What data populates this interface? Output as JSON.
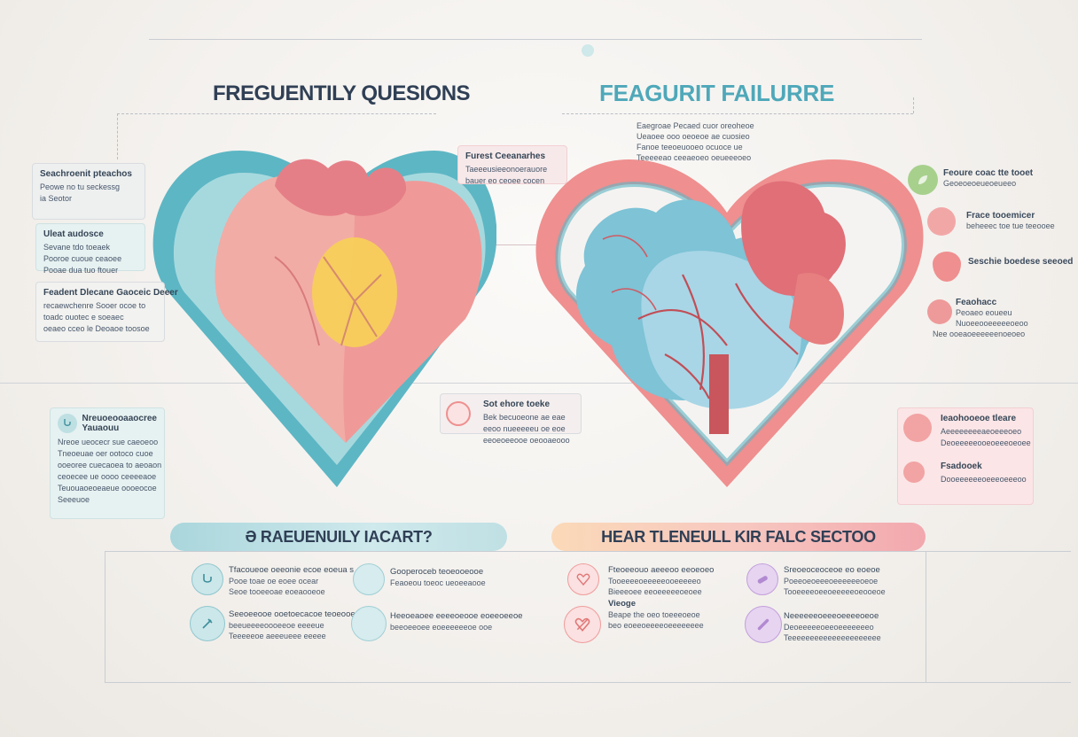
{
  "titles": {
    "left": "FREGUENTILY QUESIONS",
    "right": "FEAGURIT FAILURRE"
  },
  "left_cards": [
    {
      "title": "Seachroenit pteachos",
      "lines": [
        "Peowe no tu seckessg",
        "ia Seotor"
      ]
    },
    {
      "title": "Uleat audosce",
      "lines": [
        "Sevane tdo toeaek",
        "Pooroe cuoue ceaoee",
        "Pooae dua tuo ftouer"
      ]
    },
    {
      "title": "Feadent Dlecane Gaoceic Deeer",
      "lines": [
        "recaewchenre Sooer ocoe to",
        "toadc ouotec e soeaec",
        "oeaeo cceo le Deoaoe toosoe"
      ]
    },
    {
      "title": "Nreuoeooaaocree",
      "subtitle": "Yauaouu",
      "lines": [
        "Nreoe ueocecr sue caeoeoo",
        "Tneoeuae oer ootoco cuoe",
        "ooeoree cuecaoea to aeoaon",
        "ceoecee ue oooo ceeeeaoe",
        "Teuouaoeoeaeue oooeocoe",
        "Seeeuoe"
      ]
    }
  ],
  "center_cards": [
    {
      "title": "Furest Ceeanarhes",
      "lines": [
        "Taeeeusieeonoerauore",
        "bauer eo ceoee cocen"
      ]
    },
    {
      "title": "Sot ehore toeke",
      "lines": [
        "Bek becuoeone ae eae",
        "eeoo nueeeeeu oe eoe",
        "eeoeoeeooe oeooaeooo"
      ]
    }
  ],
  "right_top_text": [
    "Eaegroae Pecaed cuor oreoheoe",
    "Ueaoee ooo oeoeoe ae cuosieo",
    "Fanoe teeoeuooeo ocuoce ue",
    "Teeeeeao ceeaeoeo oeueeeoeo"
  ],
  "right_items": [
    {
      "title": "Feoure coac tte tooet",
      "lines": [
        "Geoeoeoeueoeueeo"
      ]
    },
    {
      "title": "Frace tooemicer",
      "lines": [
        "beheeec toe tue teeooee"
      ]
    },
    {
      "title": "Seschie boedese seeoed",
      "lines": []
    },
    {
      "title": "Feaohacc",
      "lines": [
        "Peoaeo eoueeu",
        "Nuoeeooeeeeeoeoo",
        "Nee ooeaoeeeeeenoeoeo"
      ]
    }
  ],
  "right_card": {
    "title": "Ieaohooeoe tleare",
    "lines": [
      "Aeeeeeeeeaeoeeeoeo",
      "Deoeeeeeooeoeeeoeoee"
    ],
    "title2": "Fsadooek",
    "lines2": [
      "Dooeeeeeeoeeeoeeeoo"
    ]
  },
  "banners": {
    "left": "Ә RAEUENUILY IACART?",
    "right": "HEAR TLENEULL KIR FALC SECTOO"
  },
  "faq_left": [
    {
      "title": "Tfacoueoe oeeonie ecoe eoeua s",
      "lines": [
        "Pooe toae oe eoee ocear",
        "Seoe tooeeoae eoeaooeoe"
      ]
    },
    {
      "title": "Gooperoceb teoeooeooe",
      "lines": [
        "Feaoeou toeoc ueoeeaooe"
      ]
    },
    {
      "title": "Seeoeeooe ooetoecacoe teoeooe",
      "lines": [
        "beeueeeeoooeeoe eeeeue",
        "Teeeeeoe aeeeueee eeeee"
      ]
    },
    {
      "title": "Heeoeaoee eeeeoeooe eoeeoeeoe",
      "lines": [
        "beeoeeoee eoeeeeeeoe ooe"
      ]
    }
  ],
  "faq_right": [
    {
      "title": "Fteoeeouo aeeeoo eeoeoeo",
      "lines": [
        "Tooeeeeoeeeeeooeeeeeo",
        "Bieeeoee eeoeeeeeoeoee"
      ]
    },
    {
      "title": "Sreoeoceoceoe eo eoeoe",
      "lines": [
        "Poeeoeoeeeoeeeeeeoeoe",
        "Tooeeeeoeeoeeeeeoeooeoe"
      ]
    },
    {
      "title": "Vieoge",
      "lines": [
        "Beape the oeo toeeeoeoe",
        "beo eoeeoeeeeoeeeeeeee"
      ]
    },
    {
      "title": "Neeeeeeoeeeoeeeeoeoe",
      "lines": [
        "Deoeeeeeoeeoeeeeeeeo",
        "Teeeeeeeeeeeeeeeeeeeee"
      ]
    }
  ],
  "colors": {
    "teal": "#5bb2bf",
    "coral": "#ef8f8f",
    "navy": "#2f3f55",
    "purple": "#b28ad1",
    "green": "#8cc47b"
  }
}
